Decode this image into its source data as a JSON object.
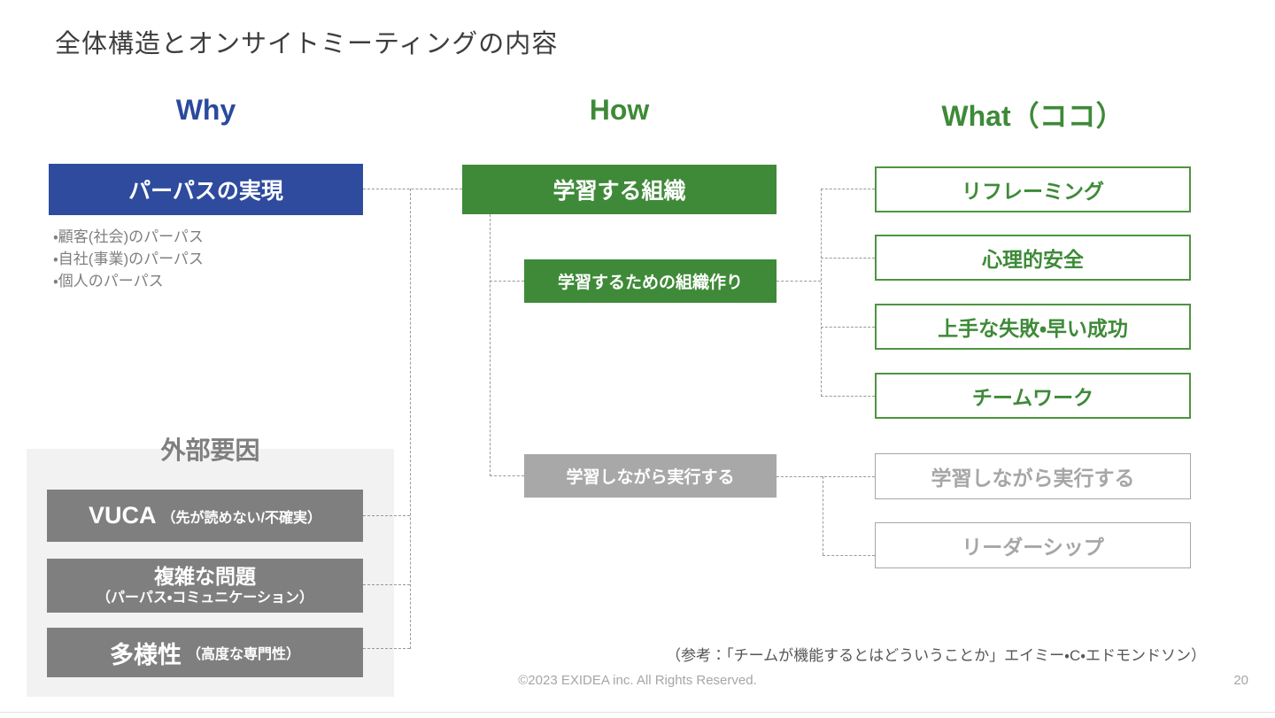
{
  "title": "全体構造とオンサイトミーティングの内容",
  "colors": {
    "blue": "#2e4b9e",
    "green": "#3f8a38",
    "gray_dark": "#7f7f7f",
    "gray_mid": "#a6a6a6",
    "panel_bg": "#f2f2f2"
  },
  "why": {
    "header": "Why",
    "purpose_box": "パーパスの実現",
    "bullets": [
      "・顧客(社会)のパーパス",
      "・自社(事業)のパーパス",
      "・個人のパーパス"
    ],
    "external": {
      "heading": "外部要因",
      "items": [
        {
          "main": "VUCA",
          "sub": "（先が読めない/不確実）"
        },
        {
          "main": "複雑な問題",
          "sub": "（パーパス・コミュニケーション）"
        },
        {
          "main": "多様性",
          "sub": "（高度な専門性）"
        }
      ]
    }
  },
  "how": {
    "header": "How",
    "boxes": [
      {
        "label": "学習する組織"
      },
      {
        "label": "学習するための組織作り"
      },
      {
        "label": "学習しながら実行する"
      }
    ]
  },
  "what": {
    "header": "What（ココ）",
    "green_boxes": [
      "リフレーミング",
      "心理的安全",
      "上手な失敗・早い成功",
      "チームワーク"
    ],
    "gray_boxes": [
      "学習しながら実行する",
      "リーダーシップ"
    ]
  },
  "footer": {
    "reference": "（参考：「チームが機能するとはどういうことか」エイミー・C・エドモンドソン）",
    "copyright": "©2023 EXIDEA inc. All Rights Reserved.",
    "page_number": "20"
  }
}
